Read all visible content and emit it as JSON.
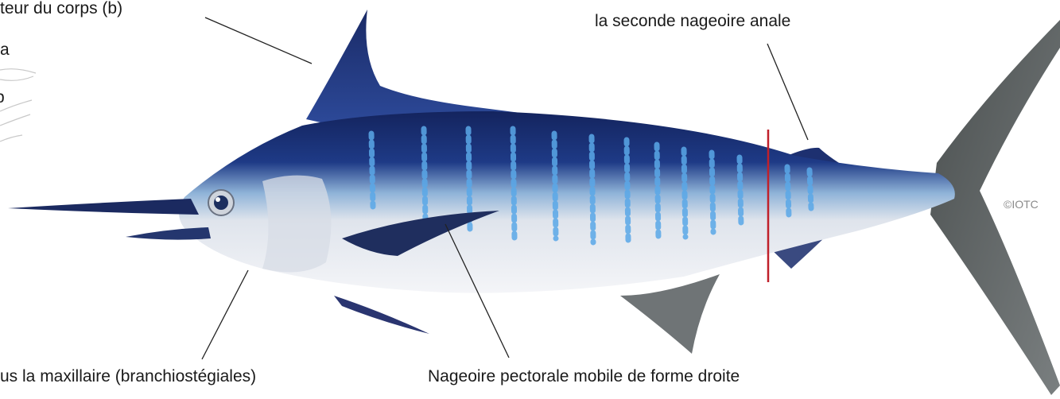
{
  "labels": {
    "top_left_body_height": "teur du corps (b)",
    "top_left_fragment_a": "a",
    "top_left_fragment_b": "b",
    "second_anal_fin": "la seconde nageoire anale",
    "branchiostegals": "us la maxillaire (branchiostégiales)",
    "pectoral_fin": "Nageoire pectorale mobile de forme droite"
  },
  "credit": "©IOTC",
  "colors": {
    "back": "#1b2d6e",
    "belly": "#eef0f4",
    "stripe": "#5aa8e8",
    "fin_dark": "#1a2a5c",
    "caudal": "#555a5a",
    "marker_line": "#c0202a",
    "leader_line": "#222222"
  }
}
